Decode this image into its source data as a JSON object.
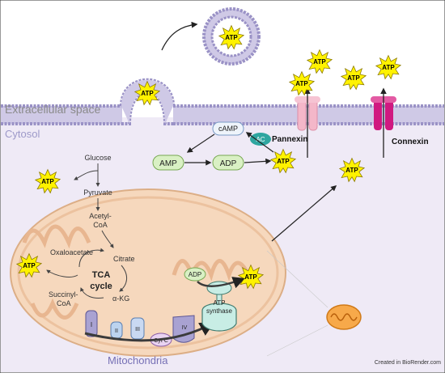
{
  "regions": {
    "extracellular": "Extracellular space",
    "cytosol": "Cytosol",
    "mitochondria": "Mitochondria"
  },
  "atp_label": "ATP",
  "channels": {
    "pannexin": "Pannexin",
    "connexin": "Connexin"
  },
  "signaling": {
    "camp": "cAMP",
    "ac": "AC",
    "amp": "AMP",
    "adp": "ADP"
  },
  "glycolysis": [
    "Glucose",
    "Pyruvate",
    "Acetyl-",
    "CoA"
  ],
  "tca": {
    "title_line1": "TCA",
    "title_line2": "cycle",
    "oxaloacetate": "Oxaloacetate",
    "citrate": "Citrate",
    "akg": "α-KG",
    "succinyl_line1": "Succinyl-",
    "succinyl_line2": "CoA"
  },
  "etc": {
    "complex_1": "I",
    "complex_2": "II",
    "complex_3": "III",
    "cytc": "Cyt C",
    "complex_4": "IV",
    "synthase_line1": "ATP",
    "synthase_line2": "synthase",
    "adp": "ADP"
  },
  "credit": "Created in BioRender.com",
  "colors": {
    "cytosol": "#efeaf6",
    "extracellular": "#ffffff",
    "membrane_head": "#a49ccf",
    "mito_outer": "#f6d8bd",
    "mito_stroke": "#d9a57e",
    "atp_star": "#fff200",
    "pannexin": "#f4b7c9",
    "connexin": "#d01980"
  }
}
